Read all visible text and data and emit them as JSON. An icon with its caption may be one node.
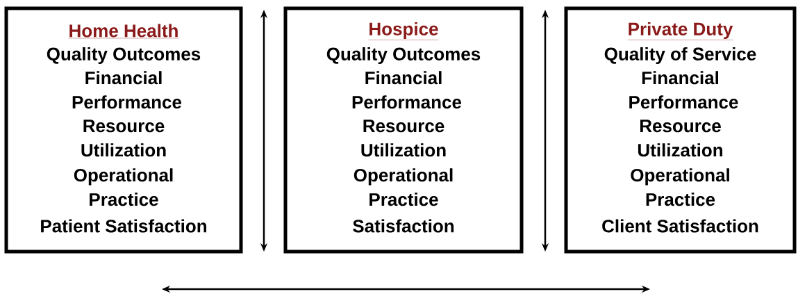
{
  "diagram": {
    "nodes": [
      {
        "text": [
          "Home Health",
          "Quality Outcomes",
          "Financial Performance",
          "Resource Utilization",
          "Operational Practice",
          "Patient Satisfaction"
        ]
      },
      {
        "text": [
          "Hospice",
          "Quality Outcomes",
          "Financial Performance",
          "Resource Utilization",
          "Operational Practice",
          "Satisfaction"
        ]
      },
      {
        "text": [
          "Private Duty",
          "Quality of Service",
          "Financial Performance",
          "Resource Utilization",
          "Operational Practice",
          "Client Satisfaction"
        ]
      }
    ]
  }
}
